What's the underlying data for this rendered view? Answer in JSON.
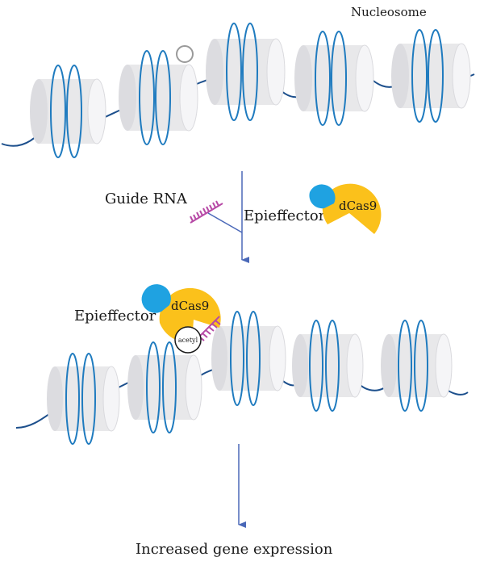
{
  "labels": {
    "nucleosome": "Nucleosome",
    "guide_rna": "Guide RNA",
    "epieffector_top": "Epieffector",
    "dcas9_top": "dCas9",
    "epieffector_bottom": "Epieffector",
    "dcas9_bottom": "dCas9",
    "acetyl": "acetyl",
    "result": "Increased gene expression"
  },
  "colors": {
    "dna": "#1c4f8c",
    "coil": "#1f7bbf",
    "histone_fill": "#e8e8ea",
    "histone_edge": "#d6d6da",
    "dcas9": "#fbc11b",
    "epieffector": "#1fa2e1",
    "guide_rna": "#b74aa6",
    "arrow": "#4a68b8",
    "acetyl_mark": "#9a9a9a"
  }
}
